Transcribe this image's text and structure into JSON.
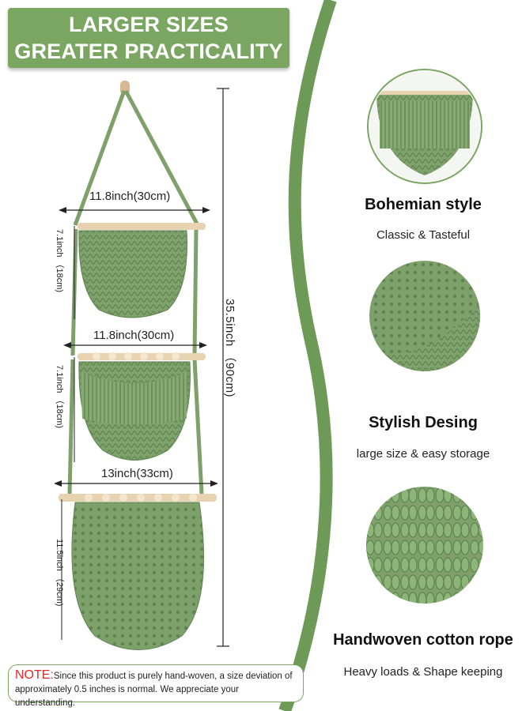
{
  "banner": {
    "line1": "LARGER SIZES",
    "line2": "GREATER PRACTICALITY"
  },
  "dimensions": {
    "top_width": "11.8inch(30cm)",
    "top_height": "7.1inch （18cm)",
    "middle_width": "11.8inch(30cm)",
    "middle_height": "7.1inch （18cm)",
    "bottom_width": "13inch(33cm)",
    "bottom_height": "11.5inch （29cm)",
    "total_height": "35.5inch （90cm)"
  },
  "features": [
    {
      "title": "Bohemian style",
      "subtitle": "Classic & Tasteful"
    },
    {
      "title": "Stylish Desing",
      "subtitle": "large size & easy storage"
    },
    {
      "title": "Handwoven cotton rope",
      "subtitle": "Heavy loads & Shape keeping"
    }
  ],
  "note": {
    "label": "NOTE:",
    "text": "Since this product is purely hand-woven, a size deviation of approximately 0.5 inches is  normal. We appreciate your understanding."
  },
  "colors": {
    "brand_green": "#7ba662",
    "basket_green": "#7ea06a",
    "basket_dark": "#5f8450",
    "wood": "#e8d3b0",
    "note_label": "#e22a2a"
  }
}
